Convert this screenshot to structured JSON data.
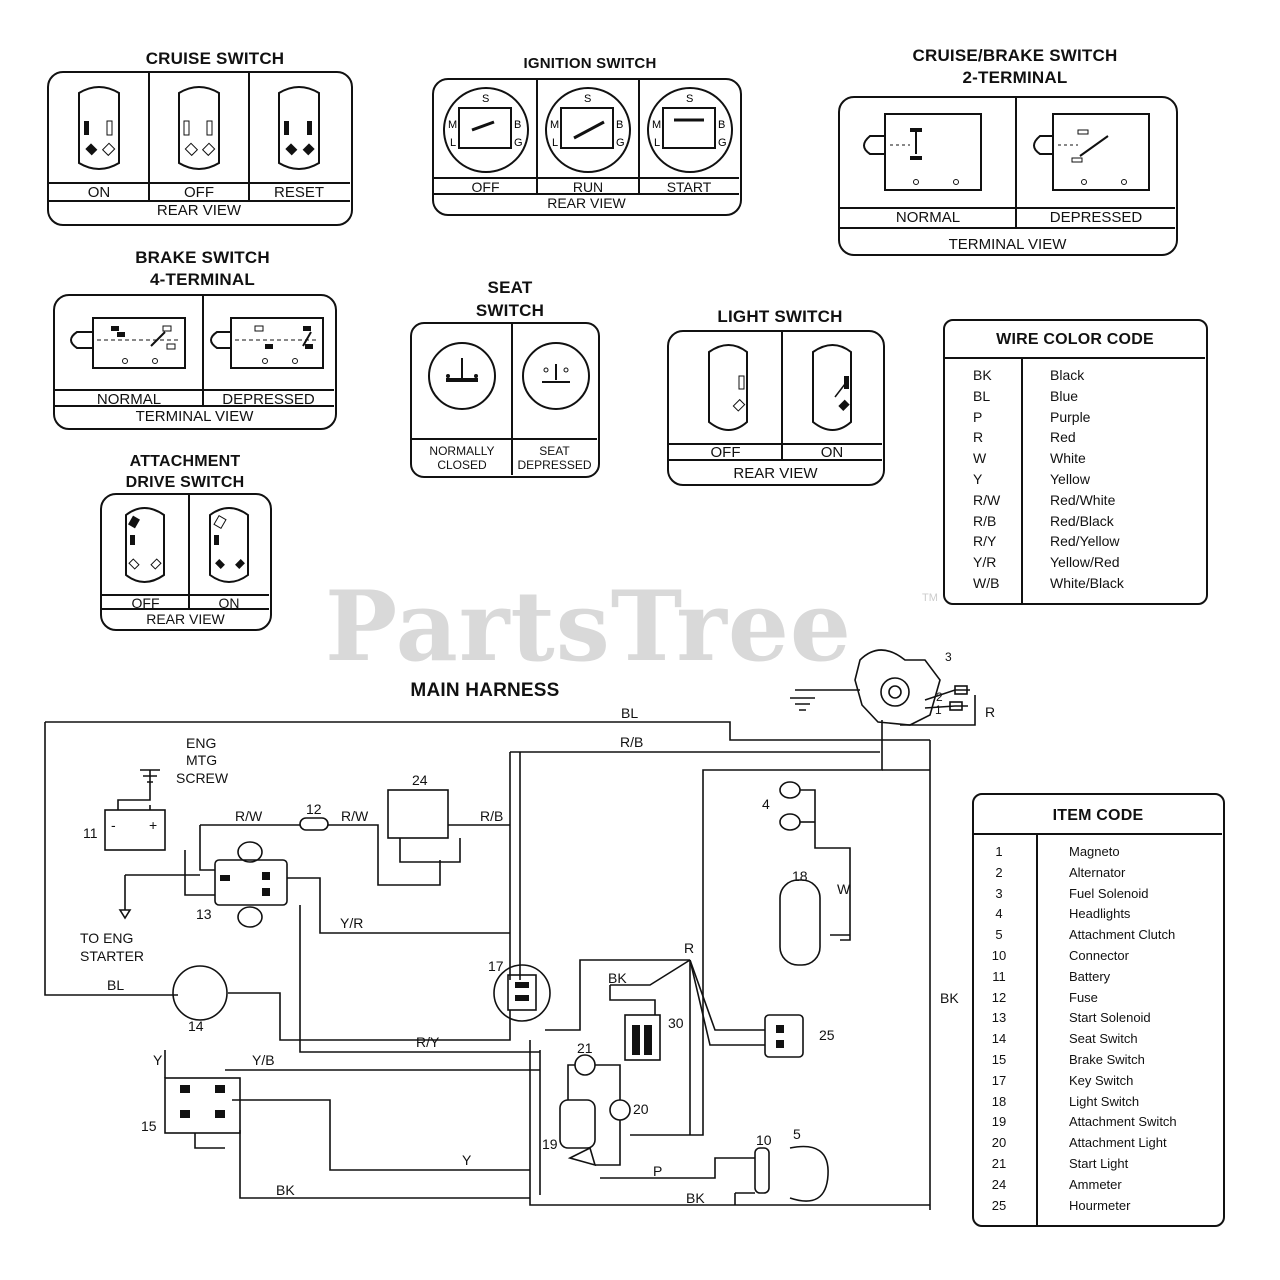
{
  "watermark": {
    "text": "PartsTree",
    "tm": "TM"
  },
  "cruise_switch": {
    "title": "CRUISE SWITCH",
    "positions": [
      "ON",
      "OFF",
      "RESET"
    ],
    "view": "REAR VIEW"
  },
  "ignition_switch": {
    "title": "IGNITION SWITCH",
    "positions": [
      "OFF",
      "RUN",
      "START"
    ],
    "view": "REAR VIEW",
    "terminals": [
      "S",
      "M",
      "B",
      "L",
      "G"
    ]
  },
  "cruise_brake_switch": {
    "title_line1": "CRUISE/BRAKE SWITCH",
    "title_line2": "2-TERMINAL",
    "positions": [
      "NORMAL",
      "DEPRESSED"
    ],
    "view": "TERMINAL VIEW"
  },
  "brake_switch": {
    "title_line1": "BRAKE SWITCH",
    "title_line2": "4-TERMINAL",
    "positions": [
      "NORMAL",
      "DEPRESSED"
    ],
    "view": "TERMINAL VIEW"
  },
  "seat_switch": {
    "title_line1": "SEAT",
    "title_line2": "SWITCH",
    "pos1_line1": "NORMALLY",
    "pos1_line2": "CLOSED",
    "pos2_line1": "SEAT",
    "pos2_line2": "DEPRESSED"
  },
  "light_switch": {
    "title": "LIGHT SWITCH",
    "positions": [
      "OFF",
      "ON"
    ],
    "view": "REAR VIEW"
  },
  "attachment_switch": {
    "title_line1": "ATTACHMENT",
    "title_line2": "DRIVE SWITCH",
    "positions": [
      "OFF",
      "ON"
    ],
    "view": "REAR VIEW"
  },
  "wire_color_code": {
    "title": "WIRE COLOR CODE",
    "rows": [
      {
        "code": "BK",
        "color": "Black"
      },
      {
        "code": "BL",
        "color": "Blue"
      },
      {
        "code": "P",
        "color": "Purple"
      },
      {
        "code": "R",
        "color": "Red"
      },
      {
        "code": "W",
        "color": "White"
      },
      {
        "code": "Y",
        "color": "Yellow"
      },
      {
        "code": "R/W",
        "color": "Red/White"
      },
      {
        "code": "R/B",
        "color": "Red/Black"
      },
      {
        "code": "R/Y",
        "color": "Red/Yellow"
      },
      {
        "code": "Y/R",
        "color": "Yellow/Red"
      },
      {
        "code": "W/B",
        "color": "White/Black"
      }
    ]
  },
  "item_code": {
    "title": "ITEM CODE",
    "rows": [
      {
        "num": "1",
        "name": "Magneto"
      },
      {
        "num": "2",
        "name": "Alternator"
      },
      {
        "num": "3",
        "name": "Fuel Solenoid"
      },
      {
        "num": "4",
        "name": "Headlights"
      },
      {
        "num": "5",
        "name": "Attachment Clutch"
      },
      {
        "num": "10",
        "name": "Connector"
      },
      {
        "num": "11",
        "name": "Battery"
      },
      {
        "num": "12",
        "name": "Fuse"
      },
      {
        "num": "13",
        "name": "Start Solenoid"
      },
      {
        "num": "14",
        "name": "Seat Switch"
      },
      {
        "num": "15",
        "name": "Brake Switch"
      },
      {
        "num": "17",
        "name": "Key Switch"
      },
      {
        "num": "18",
        "name": "Light Switch"
      },
      {
        "num": "19",
        "name": "Attachment Switch"
      },
      {
        "num": "20",
        "name": "Attachment Light"
      },
      {
        "num": "21",
        "name": "Start Light"
      },
      {
        "num": "24",
        "name": "Ammeter"
      },
      {
        "num": "25",
        "name": "Hourmeter"
      }
    ]
  },
  "harness": {
    "title": "MAIN HARNESS",
    "eng_line1": "ENG",
    "eng_line2": "MTG",
    "eng_line3": "SCREW",
    "starter_line1": "TO ENG",
    "starter_line2": "STARTER",
    "wires": {
      "bl_top": "BL",
      "rb_top": "R/B",
      "rw1": "R/W",
      "rw2": "R/W",
      "rb_mid": "R/B",
      "yr": "Y/R",
      "bl_left": "BL",
      "ry": "R/Y",
      "y_left": "Y",
      "yb": "Y/B",
      "y_bottom": "Y",
      "bk_bottom": "BK",
      "bk_right": "BK",
      "bk_lower": "BK",
      "bk_30": "BK",
      "r_node": "R",
      "r_top": "R",
      "w": "W",
      "p": "P"
    },
    "items": {
      "i1": "1",
      "i2": "2",
      "i3": "3",
      "i4": "4",
      "i5": "5",
      "i10": "10",
      "i11": "11",
      "i12": "12",
      "i13": "13",
      "i14": "14",
      "i15": "15",
      "i17": "17",
      "i18": "18",
      "i19": "19",
      "i20": "20",
      "i21": "21",
      "i24": "24",
      "i25": "25",
      "i30": "30"
    },
    "battery_minus": "-",
    "battery_plus": "+"
  }
}
